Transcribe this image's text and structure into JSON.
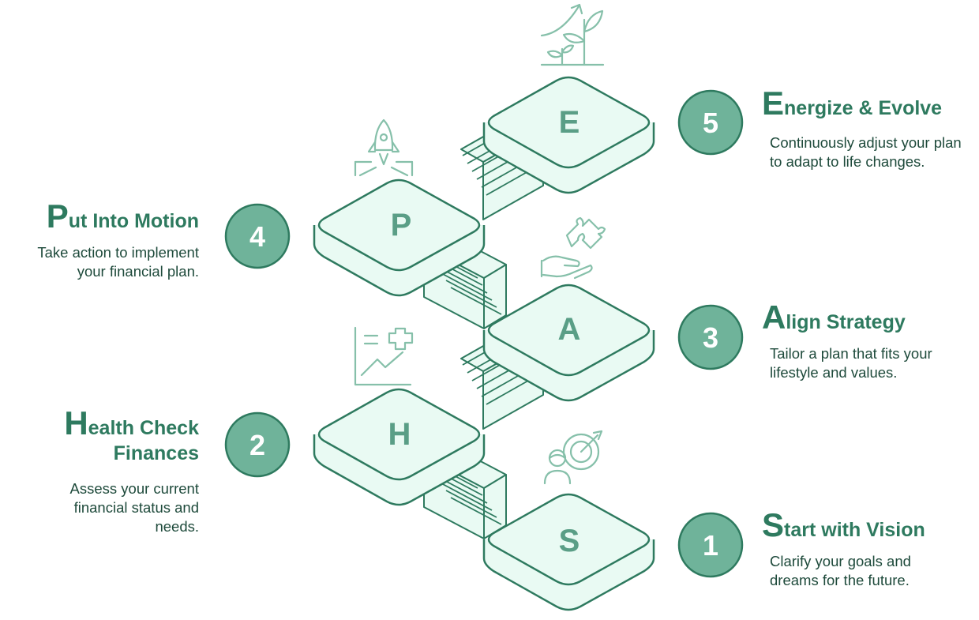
{
  "steps": [
    {
      "number": "1",
      "letter": "S",
      "title_cap": "S",
      "title_rest": "tart with Vision",
      "description": "Clarify your goals and dreams for the future.",
      "icon": "target-person-icon"
    },
    {
      "number": "2",
      "letter": "H",
      "title_cap": "H",
      "title_rest": "ealth Check Finances",
      "description": "Assess your current financial status and needs.",
      "icon": "chart-plus-icon"
    },
    {
      "number": "3",
      "letter": "A",
      "title_cap": "A",
      "title_rest": "lign Strategy",
      "description": "Tailor a plan that fits your lifestyle and values.",
      "icon": "hand-puzzle-icon"
    },
    {
      "number": "4",
      "letter": "P",
      "title_cap": "P",
      "title_rest": "ut Into Motion",
      "description": "Take action to implement your financial plan.",
      "icon": "rocket-icon"
    },
    {
      "number": "5",
      "letter": "E",
      "title_cap": "E",
      "title_rest": "nergize & Evolve",
      "description": "Continuously adjust your plan to adapt to life changes.",
      "icon": "growth-plant-icon"
    }
  ],
  "colors": {
    "accent": "#6fb39a",
    "stroke": "#2e7a5f",
    "fill": "#e9faf3",
    "text": "#1e4a3b"
  }
}
